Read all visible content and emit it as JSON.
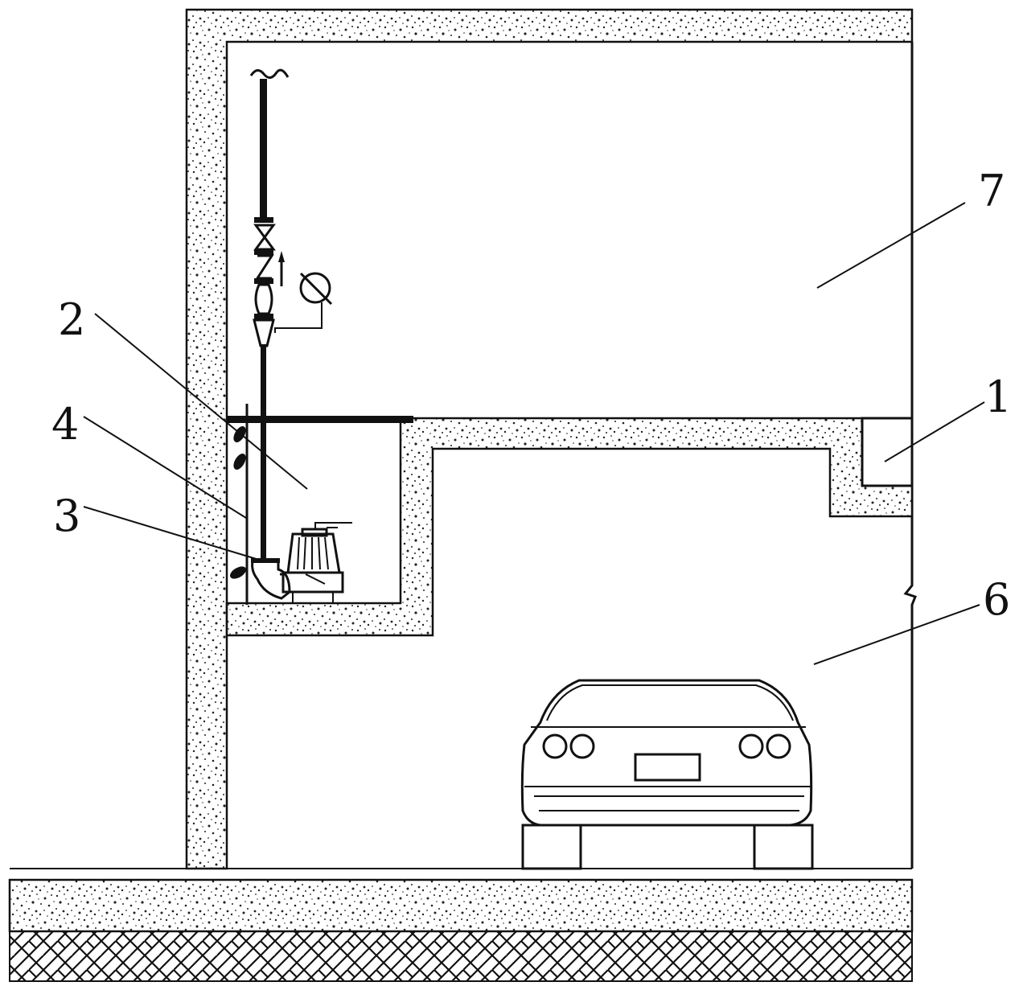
{
  "colors": {
    "line": "#111111",
    "background": "#ffffff",
    "concrete_fill": "#ffffff",
    "concrete_speckle": "#222222"
  },
  "labels": {
    "part_1": "1",
    "part_2": "2",
    "part_3": "3",
    "part_4": "4",
    "part_6": "6",
    "part_7": "7"
  }
}
